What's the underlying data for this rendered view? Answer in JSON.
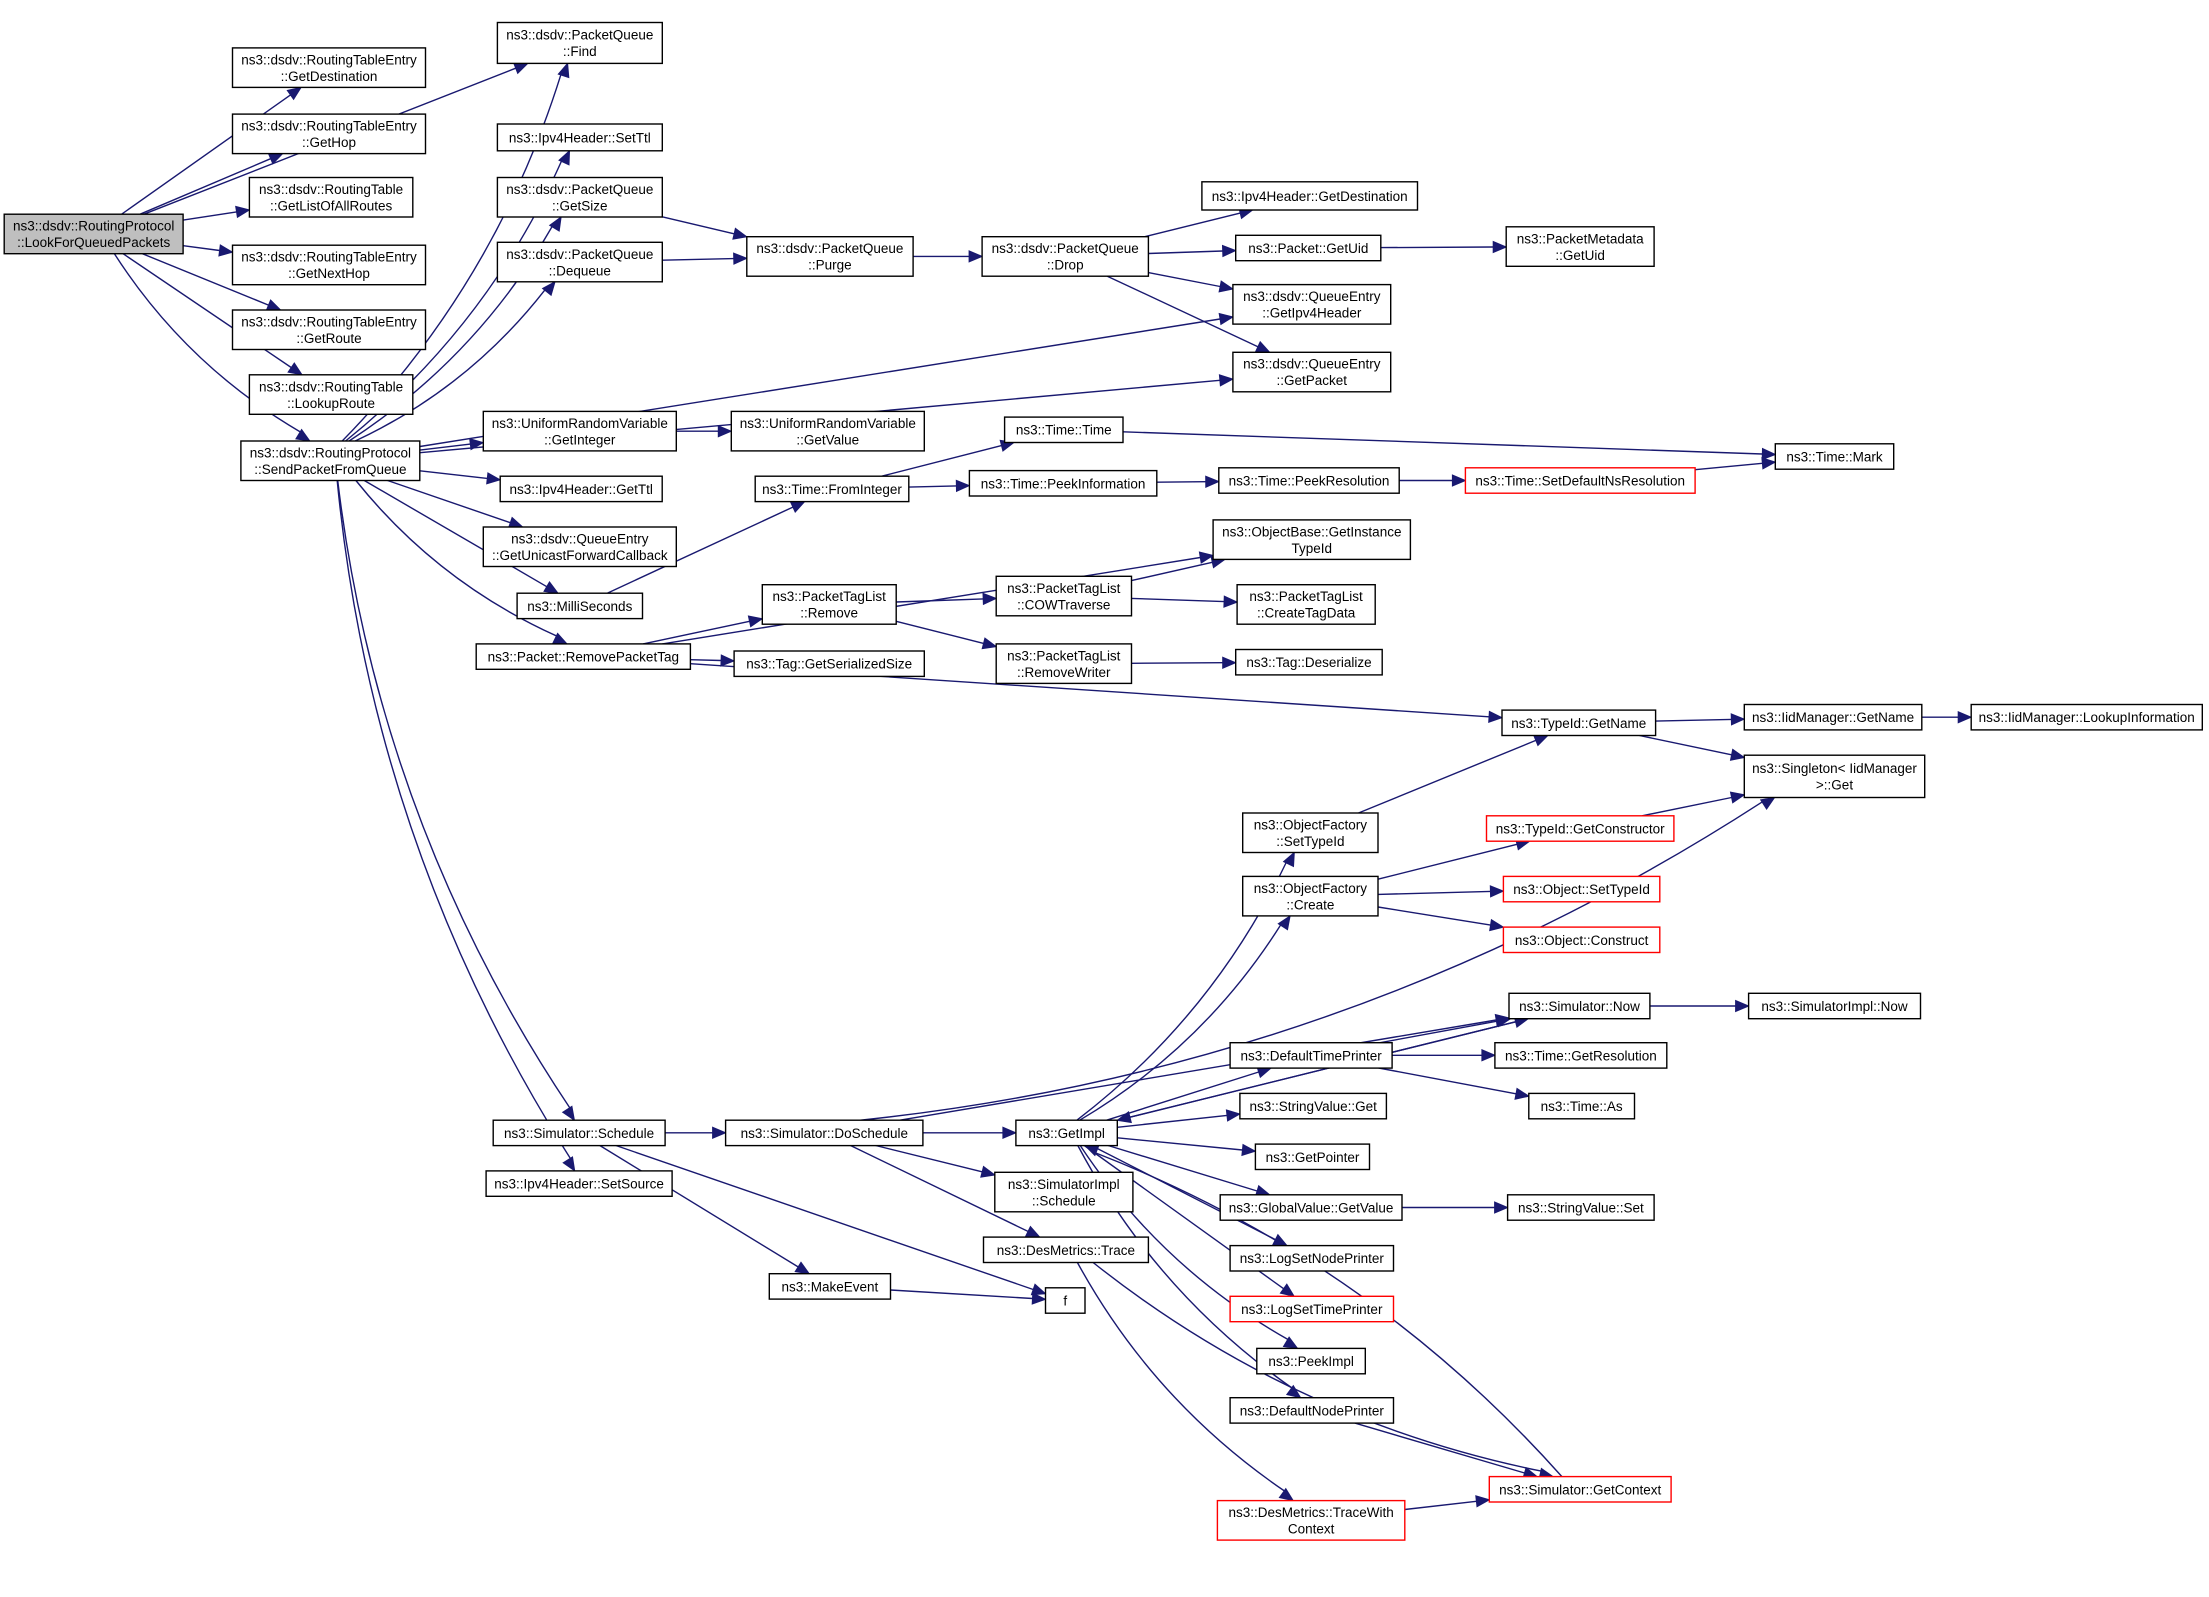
{
  "title": "Call graph of ns3::dsdv::RoutingProtocol::LookForQueuedPackets",
  "colors": {
    "edge": "#191970",
    "root_fill": "#bfbfbf",
    "node_border": "#000000",
    "truncated_border": "#ff0000"
  },
  "nodes": {
    "root": {
      "lines": [
        "ns3::dsdv::RoutingProtocol",
        "::LookForQueuedPackets"
      ],
      "style": "root"
    },
    "pq_find": {
      "lines": [
        "ns3::dsdv::PacketQueue",
        "::Find"
      ]
    },
    "rte_getdest": {
      "lines": [
        "ns3::dsdv::RoutingTableEntry",
        "::GetDestination"
      ]
    },
    "rte_gethop": {
      "lines": [
        "ns3::dsdv::RoutingTableEntry",
        "::GetHop"
      ]
    },
    "rt_getlist": {
      "lines": [
        "ns3::dsdv::RoutingTable",
        "::GetListOfAllRoutes"
      ]
    },
    "rte_getnexthop": {
      "lines": [
        "ns3::dsdv::RoutingTableEntry",
        "::GetNextHop"
      ]
    },
    "rte_getroute": {
      "lines": [
        "ns3::dsdv::RoutingTableEntry",
        "::GetRoute"
      ]
    },
    "rt_lookup": {
      "lines": [
        "ns3::dsdv::RoutingTable",
        "::LookupRoute"
      ]
    },
    "send": {
      "lines": [
        "ns3::dsdv::RoutingProtocol",
        "::SendPacketFromQueue"
      ]
    },
    "ipv4_setttl": {
      "lines": [
        "ns3::Ipv4Header::SetTtl"
      ]
    },
    "pq_getsize": {
      "lines": [
        "ns3::dsdv::PacketQueue",
        "::GetSize"
      ]
    },
    "pq_dequeue": {
      "lines": [
        "ns3::dsdv::PacketQueue",
        "::Dequeue"
      ]
    },
    "pq_purge": {
      "lines": [
        "ns3::dsdv::PacketQueue",
        "::Purge"
      ]
    },
    "pq_drop": {
      "lines": [
        "ns3::dsdv::PacketQueue",
        "::Drop"
      ]
    },
    "ipv4_getdest": {
      "lines": [
        "ns3::Ipv4Header::GetDestination"
      ]
    },
    "pkt_getuid": {
      "lines": [
        "ns3::Packet::GetUid"
      ]
    },
    "pm_getuid": {
      "lines": [
        "ns3::PacketMetadata",
        "::GetUid"
      ]
    },
    "qe_getipv4": {
      "lines": [
        "ns3::dsdv::QueueEntry",
        "::GetIpv4Header"
      ]
    },
    "qe_getpacket": {
      "lines": [
        "ns3::dsdv::QueueEntry",
        "::GetPacket"
      ]
    },
    "urv_getint": {
      "lines": [
        "ns3::UniformRandomVariable",
        "::GetInteger"
      ]
    },
    "urv_getval": {
      "lines": [
        "ns3::UniformRandomVariable",
        "::GetValue"
      ]
    },
    "ipv4_getttl": {
      "lines": [
        "ns3::Ipv4Header::GetTtl"
      ]
    },
    "qe_getucb": {
      "lines": [
        "ns3::dsdv::QueueEntry",
        "::GetUnicastForwardCallback"
      ]
    },
    "millis": {
      "lines": [
        "ns3::MilliSeconds"
      ]
    },
    "pkt_rmtag": {
      "lines": [
        "ns3::Packet::RemovePacketTag"
      ]
    },
    "time_time": {
      "lines": [
        "ns3::Time::Time"
      ]
    },
    "time_fromint": {
      "lines": [
        "ns3::Time::FromInteger"
      ]
    },
    "time_peekinfo": {
      "lines": [
        "ns3::Time::PeekInformation"
      ]
    },
    "time_peekres": {
      "lines": [
        "ns3::Time::PeekResolution"
      ]
    },
    "time_setdef": {
      "lines": [
        "ns3::Time::SetDefaultNsResolution"
      ],
      "style": "red"
    },
    "time_mark": {
      "lines": [
        "ns3::Time::Mark"
      ]
    },
    "ob_getitid": {
      "lines": [
        "ns3::ObjectBase::GetInstance",
        "TypeId"
      ]
    },
    "ptl_remove": {
      "lines": [
        "ns3::PacketTagList",
        "::Remove"
      ]
    },
    "ptl_cow": {
      "lines": [
        "ns3::PacketTagList",
        "::COWTraverse"
      ]
    },
    "ptl_create": {
      "lines": [
        "ns3::PacketTagList",
        "::CreateTagData"
      ]
    },
    "tag_getsize": {
      "lines": [
        "ns3::Tag::GetSerializedSize"
      ]
    },
    "ptl_rmwriter": {
      "lines": [
        "ns3::PacketTagList",
        "::RemoveWriter"
      ]
    },
    "tag_deser": {
      "lines": [
        "ns3::Tag::Deserialize"
      ]
    },
    "tid_getname": {
      "lines": [
        "ns3::TypeId::GetName"
      ]
    },
    "iid_getname": {
      "lines": [
        "ns3::IidManager::GetName"
      ]
    },
    "iid_lookup": {
      "lines": [
        "ns3::IidManager::LookupInformation"
      ]
    },
    "singleton": {
      "lines": [
        "ns3::Singleton< IidManager",
        ">::Get"
      ]
    },
    "of_settid": {
      "lines": [
        "ns3::ObjectFactory",
        "::SetTypeId"
      ]
    },
    "tid_getctor": {
      "lines": [
        "ns3::TypeId::GetConstructor"
      ],
      "style": "red"
    },
    "of_create": {
      "lines": [
        "ns3::ObjectFactory",
        "::Create"
      ]
    },
    "obj_settid": {
      "lines": [
        "ns3::Object::SetTypeId"
      ],
      "style": "red"
    },
    "obj_construct": {
      "lines": [
        "ns3::Object::Construct"
      ],
      "style": "red"
    },
    "sim_now": {
      "lines": [
        "ns3::Simulator::Now"
      ]
    },
    "simimpl_now": {
      "lines": [
        "ns3::SimulatorImpl::Now"
      ]
    },
    "def_timeprinter": {
      "lines": [
        "ns3::DefaultTimePrinter"
      ]
    },
    "time_getres": {
      "lines": [
        "ns3::Time::GetResolution"
      ]
    },
    "time_as": {
      "lines": [
        "ns3::Time::As"
      ]
    },
    "sv_get": {
      "lines": [
        "ns3::StringValue::Get"
      ]
    },
    "getpointer": {
      "lines": [
        "ns3::GetPointer"
      ]
    },
    "gv_getvalue": {
      "lines": [
        "ns3::GlobalValue::GetValue"
      ]
    },
    "sv_set": {
      "lines": [
        "ns3::StringValue::Set"
      ]
    },
    "log_setnode": {
      "lines": [
        "ns3::LogSetNodePrinter"
      ]
    },
    "log_settime": {
      "lines": [
        "ns3::LogSetTimePrinter"
      ],
      "style": "red"
    },
    "peekimpl": {
      "lines": [
        "ns3::PeekImpl"
      ]
    },
    "def_nodeprinter": {
      "lines": [
        "ns3::DefaultNodePrinter"
      ]
    },
    "sim_getctx": {
      "lines": [
        "ns3::Simulator::GetContext"
      ],
      "style": "red"
    },
    "dm_tracectx": {
      "lines": [
        "ns3::DesMetrics::TraceWith",
        "Context"
      ],
      "style": "red"
    },
    "sim_schedule": {
      "lines": [
        "ns3::Simulator::Schedule"
      ]
    },
    "sim_dosched": {
      "lines": [
        "ns3::Simulator::DoSchedule"
      ]
    },
    "getimpl": {
      "lines": [
        "ns3::GetImpl"
      ]
    },
    "simimpl_sched": {
      "lines": [
        "ns3::SimulatorImpl",
        "::Schedule"
      ]
    },
    "dm_trace": {
      "lines": [
        "ns3::DesMetrics::Trace"
      ]
    },
    "makeevent": {
      "lines": [
        "ns3::MakeEvent"
      ]
    },
    "f": {
      "lines": [
        "f"
      ]
    },
    "ipv4_setsrc": {
      "lines": [
        "ns3::Ipv4Header::SetSource"
      ]
    }
  },
  "edges": [
    [
      "root",
      "pq_find"
    ],
    [
      "root",
      "rte_getdest"
    ],
    [
      "root",
      "rte_gethop"
    ],
    [
      "root",
      "rt_getlist"
    ],
    [
      "root",
      "rte_getnexthop"
    ],
    [
      "root",
      "rte_getroute"
    ],
    [
      "root",
      "rt_lookup"
    ],
    [
      "root",
      "send"
    ],
    [
      "send",
      "pq_find"
    ],
    [
      "send",
      "ipv4_setttl"
    ],
    [
      "send",
      "pq_getsize"
    ],
    [
      "send",
      "pq_dequeue"
    ],
    [
      "send",
      "qe_getipv4"
    ],
    [
      "send",
      "qe_getpacket"
    ],
    [
      "send",
      "urv_getint"
    ],
    [
      "send",
      "ipv4_getttl"
    ],
    [
      "send",
      "qe_getucb"
    ],
    [
      "send",
      "millis"
    ],
    [
      "send",
      "pkt_rmtag"
    ],
    [
      "send",
      "sim_schedule"
    ],
    [
      "send",
      "ipv4_setsrc"
    ],
    [
      "pq_getsize",
      "pq_purge"
    ],
    [
      "pq_dequeue",
      "pq_purge"
    ],
    [
      "pq_purge",
      "pq_drop"
    ],
    [
      "pq_drop",
      "ipv4_getdest"
    ],
    [
      "pq_drop",
      "pkt_getuid"
    ],
    [
      "pq_drop",
      "qe_getipv4"
    ],
    [
      "pq_drop",
      "qe_getpacket"
    ],
    [
      "pkt_getuid",
      "pm_getuid"
    ],
    [
      "urv_getint",
      "urv_getval"
    ],
    [
      "millis",
      "time_fromint"
    ],
    [
      "time_fromint",
      "time_time"
    ],
    [
      "time_fromint",
      "time_peekinfo"
    ],
    [
      "time_time",
      "time_mark"
    ],
    [
      "time_peekinfo",
      "time_peekres"
    ],
    [
      "time_peekres",
      "time_setdef"
    ],
    [
      "time_setdef",
      "time_mark"
    ],
    [
      "pkt_rmtag",
      "ob_getitid"
    ],
    [
      "pkt_rmtag",
      "ptl_remove"
    ],
    [
      "pkt_rmtag",
      "tag_getsize"
    ],
    [
      "pkt_rmtag",
      "tid_getname"
    ],
    [
      "ptl_remove",
      "ptl_cow"
    ],
    [
      "ptl_remove",
      "ptl_rmwriter"
    ],
    [
      "ptl_cow",
      "ob_getitid"
    ],
    [
      "ptl_cow",
      "ptl_create"
    ],
    [
      "ptl_rmwriter",
      "tag_deser"
    ],
    [
      "tid_getname",
      "iid_getname"
    ],
    [
      "tid_getname",
      "singleton"
    ],
    [
      "iid_getname",
      "iid_lookup"
    ],
    [
      "sim_schedule",
      "sim_dosched"
    ],
    [
      "sim_schedule",
      "makeevent"
    ],
    [
      "sim_schedule",
      "f"
    ],
    [
      "makeevent",
      "f"
    ],
    [
      "sim_dosched",
      "singleton"
    ],
    [
      "sim_dosched",
      "sim_now"
    ],
    [
      "sim_dosched",
      "getimpl"
    ],
    [
      "sim_dosched",
      "simimpl_sched"
    ],
    [
      "sim_dosched",
      "dm_trace"
    ],
    [
      "getimpl",
      "of_settid"
    ],
    [
      "getimpl",
      "of_create"
    ],
    [
      "getimpl",
      "sim_now"
    ],
    [
      "getimpl",
      "def_timeprinter"
    ],
    [
      "getimpl",
      "sv_get"
    ],
    [
      "getimpl",
      "getpointer"
    ],
    [
      "getimpl",
      "gv_getvalue"
    ],
    [
      "getimpl",
      "log_setnode"
    ],
    [
      "getimpl",
      "log_settime"
    ],
    [
      "getimpl",
      "peekimpl"
    ],
    [
      "getimpl",
      "def_nodeprinter"
    ],
    [
      "of_settid",
      "tid_getname"
    ],
    [
      "of_create",
      "tid_getctor"
    ],
    [
      "of_create",
      "obj_settid"
    ],
    [
      "of_create",
      "obj_construct"
    ],
    [
      "tid_getctor",
      "singleton"
    ],
    [
      "sim_now",
      "simimpl_now"
    ],
    [
      "sim_now",
      "getimpl"
    ],
    [
      "def_timeprinter",
      "sim_now"
    ],
    [
      "def_timeprinter",
      "time_getres"
    ],
    [
      "def_timeprinter",
      "time_as"
    ],
    [
      "gv_getvalue",
      "sv_set"
    ],
    [
      "def_nodeprinter",
      "sim_getctx"
    ],
    [
      "sim_getctx",
      "getimpl"
    ],
    [
      "dm_trace",
      "dm_tracectx"
    ],
    [
      "dm_trace",
      "sim_getctx"
    ],
    [
      "dm_tracectx",
      "sim_getctx"
    ]
  ]
}
